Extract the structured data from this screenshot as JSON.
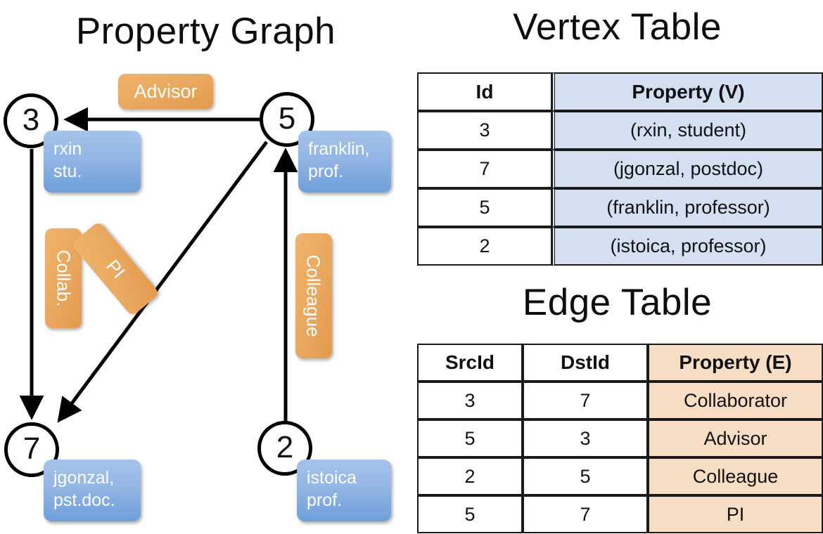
{
  "titles": {
    "property_graph": "Property Graph",
    "vertex_table": "Vertex Table",
    "edge_table": "Edge Table"
  },
  "graph": {
    "nodes": [
      {
        "id": "3",
        "label": "3",
        "property_lines": [
          "rxin",
          "stu."
        ]
      },
      {
        "id": "5",
        "label": "5",
        "property_lines": [
          "franklin,",
          "prof."
        ]
      },
      {
        "id": "7",
        "label": "7",
        "property_lines": [
          "jgonzal,",
          "pst.doc."
        ]
      },
      {
        "id": "2",
        "label": "2",
        "property_lines": [
          "istoica",
          "prof."
        ]
      }
    ],
    "edge_labels": [
      {
        "name": "advisor",
        "text": "Advisor"
      },
      {
        "name": "collab",
        "text": "Collab."
      },
      {
        "name": "pi",
        "text": "PI"
      },
      {
        "name": "colleague",
        "text": "Colleague"
      }
    ],
    "edges": [
      {
        "from": "5",
        "to": "3",
        "label": "Advisor"
      },
      {
        "from": "3",
        "to": "7",
        "label": "Collab."
      },
      {
        "from": "5",
        "to": "7",
        "label": "PI"
      },
      {
        "from": "2",
        "to": "5",
        "label": "Colleague"
      }
    ]
  },
  "vertex_table": {
    "headers": [
      "Id",
      "Property (V)"
    ],
    "rows": [
      {
        "id": "3",
        "property": "(rxin, student)"
      },
      {
        "id": "7",
        "property": "(jgonzal, postdoc)"
      },
      {
        "id": "5",
        "property": "(franklin, professor)"
      },
      {
        "id": "2",
        "property": "(istoica, professor)"
      }
    ]
  },
  "edge_table": {
    "headers": [
      "SrcId",
      "DstId",
      "Property (E)"
    ],
    "rows": [
      {
        "src": "3",
        "dst": "7",
        "property": "Collaborator"
      },
      {
        "src": "5",
        "dst": "3",
        "property": "Advisor"
      },
      {
        "src": "2",
        "dst": "5",
        "property": "Colleague"
      },
      {
        "src": "5",
        "dst": "7",
        "property": "PI"
      }
    ]
  },
  "colors": {
    "vertex_property_fill": "#d4e0f2",
    "edge_property_fill": "#f7ddc3",
    "node_box_blue": "#93b5e4",
    "edge_label_orange": "#e9a860",
    "stroke": "#000000"
  }
}
